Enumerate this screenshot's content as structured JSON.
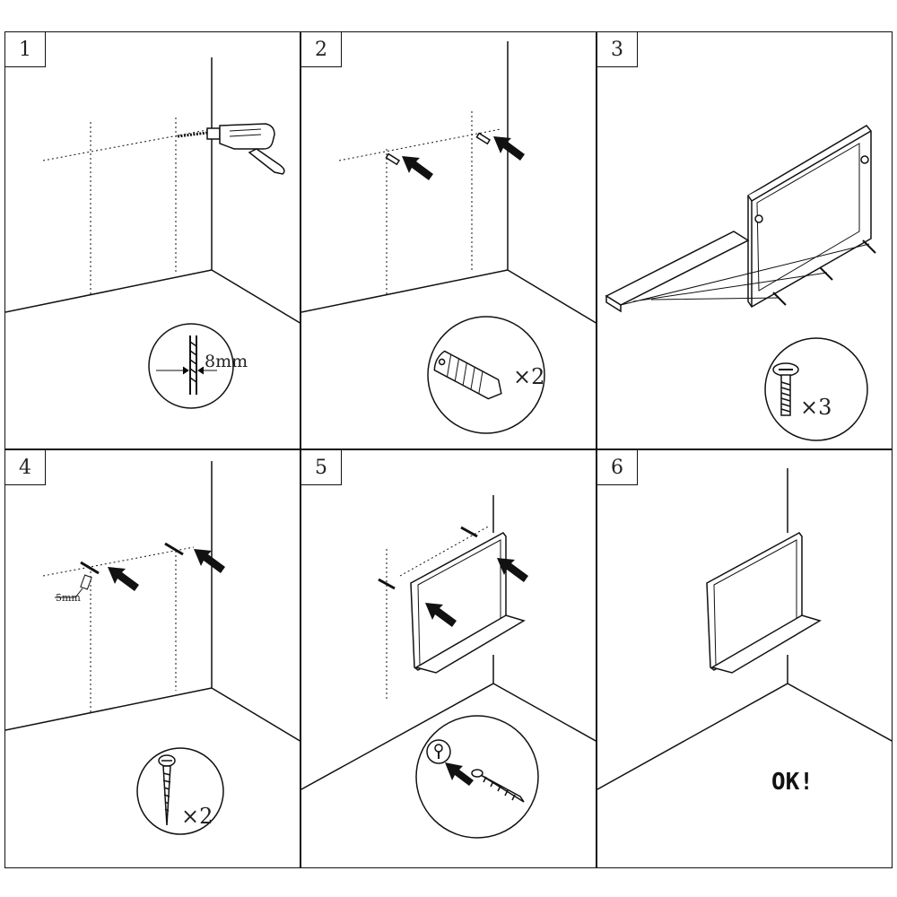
{
  "title": "Wall shelf mounting instructions",
  "steps": [
    {
      "number": "1",
      "callout": "8mm"
    },
    {
      "number": "2",
      "callout": "×2"
    },
    {
      "number": "3",
      "callout": "×3"
    },
    {
      "number": "4",
      "callout": "×2",
      "note": "5mm"
    },
    {
      "number": "5"
    },
    {
      "number": "6",
      "message": "OK!"
    }
  ],
  "colors": {
    "line": "#111111",
    "background": "#ffffff"
  }
}
